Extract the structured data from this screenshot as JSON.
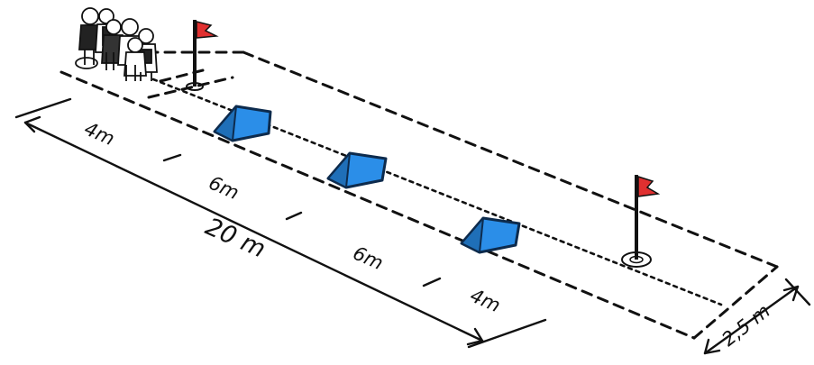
{
  "labels": {
    "total_length": "20 m",
    "segment_1": "4m",
    "segment_2": "6m",
    "segment_3": "6m",
    "segment_4": "4m",
    "width": "2,5 m"
  },
  "colors": {
    "cone_fill": "#2b8ee8",
    "cone_stroke": "#0d2b4d",
    "flag": "#e03030",
    "ink": "#111111"
  },
  "icons": {
    "players": "group-of-players-icon",
    "flag": "flag-icon",
    "obstacle": "tent-obstacle-icon"
  }
}
